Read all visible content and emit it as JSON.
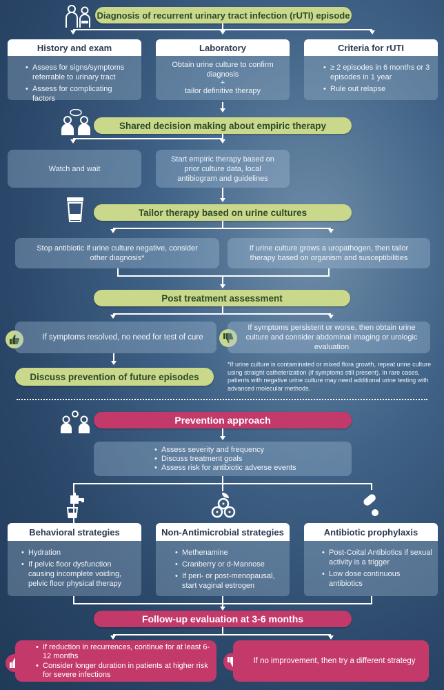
{
  "top": {
    "title": "Diagnosis of recurrent urinary tract infection (rUTI) episode",
    "history": {
      "header": "History and exam",
      "items": [
        "Assess for signs/symptoms referrable to urinary tract",
        "Assess for complicating factors"
      ]
    },
    "lab": {
      "header": "Laboratory",
      "line1": "Obtain urine culture to confirm diagnosis",
      "plus": "+",
      "line2": "tailor definitive therapy"
    },
    "criteria": {
      "header": "Criteria for rUTI",
      "items": [
        "≥ 2 episodes in 6 months or 3 episodes in 1 year",
        "Rule out relapse"
      ]
    }
  },
  "shared": {
    "title": "Shared decision making about empiric therapy",
    "watch": "Watch and wait",
    "empiric": "Start empiric therapy based on prior culture data, local antibiogram and guidelines"
  },
  "tailor": {
    "title": "Tailor therapy based on urine cultures",
    "stop": "Stop antibiotic if urine culture negative, consider other diagnosis*",
    "grows": "If urine culture grows a uropathogen, then tailor therapy based on organism and susceptibilities"
  },
  "post": {
    "title": "Post treatment assessment",
    "resolved": "If symptoms resolved, no need for test of cure",
    "persistent": "If symptoms persistent or worse, then obtain urine culture and consider abdominal imaging or urologic evaluation",
    "discuss": "Discuss prevention of future episodes",
    "footnote": "*If urine culture is contaminated or mixed flora growth, repeat urine culture using straight catheterization (if symptoms still present). In rare cases, patients with negative urine culture may need additional urine testing with advanced molecular methods."
  },
  "prevention": {
    "title": "Prevention approach",
    "items": [
      "Assess severity and frequency",
      "Discuss treatment goals",
      "Assess risk for antibiotic adverse events"
    ],
    "behavioral": {
      "header": "Behavioral strategies",
      "items": [
        "Hydration",
        "If pelvic floor dysfunction causing incomplete voiding, pelvic floor physical therapy"
      ]
    },
    "nonanti": {
      "header": "Non-Antimicrobial strategies",
      "items": [
        "Methenamine",
        "Cranberry or d-Mannose",
        "If peri- or post-menopausal, start vaginal estrogen"
      ]
    },
    "antibiotic": {
      "header": "Antibiotic prophylaxis",
      "items": [
        "Post-Coital Antibiotics if sexual activity is a trigger",
        "Low dose continuous antibiotics"
      ]
    }
  },
  "followup": {
    "title": "Follow-up evaluation at 3-6 months",
    "reduction": [
      "If reduction in recurrences, continue for at least 6-12 months",
      "Consider longer duration in patients at higher risk for severe infections"
    ],
    "noimprove": "If no improvement, then try a different strategy"
  },
  "colors": {
    "green": "#c9d88a",
    "pink": "#c33a6a",
    "bg": "#2a4668"
  },
  "icons": [
    "doctor-patient-icon",
    "doctors-discussion-icon",
    "urine-cup-icon",
    "thumbs-up-icon",
    "thumbs-down-icon",
    "team-icon",
    "faucet-glass-icon",
    "cranberry-icon",
    "pill-icon"
  ]
}
